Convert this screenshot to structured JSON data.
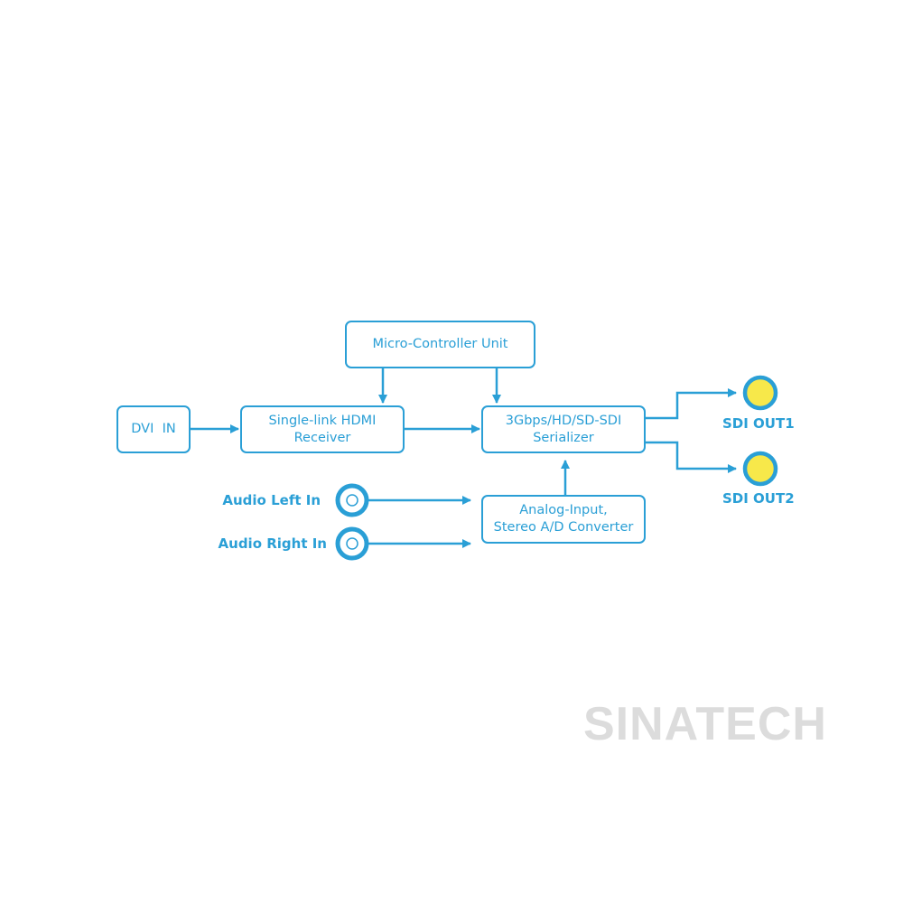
{
  "blocks": {
    "mcu": "Micro-Controller Unit",
    "dvi_in": "DVI  IN",
    "hdmi_receiver": [
      "Single-link HDMI",
      "Receiver"
    ],
    "serializer": [
      "3Gbps/HD/SD-SDI",
      "Serializer"
    ],
    "adc": [
      "Analog-Input,",
      "Stereo A/D Converter"
    ]
  },
  "inputs": {
    "audio_left": "Audio Left In",
    "audio_right": "Audio Right In"
  },
  "outputs": {
    "sdi_out1": "SDI OUT1",
    "sdi_out2": "SDI OUT2"
  },
  "watermark": "SINATECH",
  "colors": {
    "line": "#2a9fd6",
    "connector_fill": "#f7e84a",
    "watermark": "#dcdcdc"
  }
}
